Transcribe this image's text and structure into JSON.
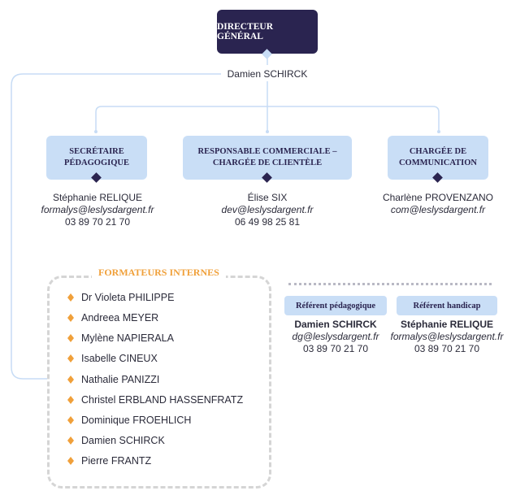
{
  "director": {
    "title": "DIRECTEUR GÉNÉRAL",
    "name": "Damien SCHIRCK"
  },
  "roles": [
    {
      "title_lines": [
        "SECRÉTAIRE",
        "PÉDAGOGIQUE"
      ],
      "name": "Stéphanie RELIQUE",
      "email": "formalys@leslysdargent.fr",
      "phone": "03 89 70 21 70"
    },
    {
      "title_lines": [
        "RESPONSABLE COMMERCIALE –",
        "CHARGÉE DE CLIENTÈLE"
      ],
      "name": "Élise SIX",
      "email": "dev@leslysdargent.fr",
      "phone": "06 49 98 25 81"
    },
    {
      "title_lines": [
        "CHARGÉE DE",
        "COMMUNICATION"
      ],
      "name": "Charlène PROVENZANO",
      "email": "com@leslysdargent.fr",
      "phone": ""
    }
  ],
  "trainers": {
    "title": "FORMATEURS INTERNES",
    "members": [
      "Dr Violeta PHILIPPE",
      "Andreea MEYER",
      "Mylène NAPIERALA",
      "Isabelle CINEUX",
      "Nathalie PANIZZI",
      "Christel ERBLAND HASSENFRATZ",
      "Dominique FROEHLICH",
      "Damien SCHIRCK",
      "Pierre FRANTZ"
    ]
  },
  "referents": [
    {
      "label": "Référent pédagogique",
      "name": "Damien SCHIRCK",
      "email": "dg@leslysdargent.fr",
      "phone": "03 89 70 21 70"
    },
    {
      "label": "Référent handicap",
      "name": "Stéphanie RELIQUE",
      "email": "formalys@leslysdargent.fr",
      "phone": "03 89 70 21 70"
    }
  ],
  "colors": {
    "dark": "#2a2450",
    "light_blue": "#c9def6",
    "accent_orange": "#f0a03a",
    "line": "#c7dcf5"
  }
}
